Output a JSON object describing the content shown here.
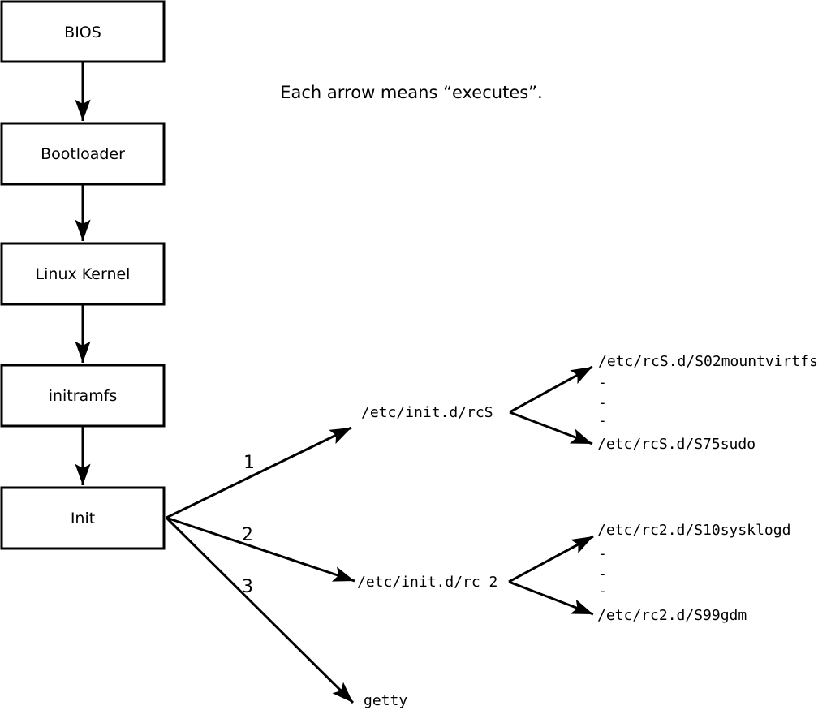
{
  "caption": "Each arrow means “executes”.",
  "colors": {
    "ink": "#000000",
    "paper": "#ffffff"
  },
  "chain": [
    {
      "label": "BIOS"
    },
    {
      "label": "Bootloader"
    },
    {
      "label": "Linux Kernel"
    },
    {
      "label": "initramfs"
    },
    {
      "label": "Init"
    }
  ],
  "branches": [
    {
      "label": "1",
      "target": "/etc/init.d/rcS",
      "children": [
        "/etc/rcS.d/S02mountvirtfs",
        "-",
        "-",
        "-",
        "/etc/rcS.d/S75sudo"
      ]
    },
    {
      "label": "2",
      "target": "/etc/init.d/rc 2",
      "children": [
        "/etc/rc2.d/S10sysklogd",
        "-",
        "-",
        "-",
        "/etc/rc2.d/S99gdm"
      ]
    },
    {
      "label": "3",
      "target": "getty",
      "children": []
    }
  ]
}
